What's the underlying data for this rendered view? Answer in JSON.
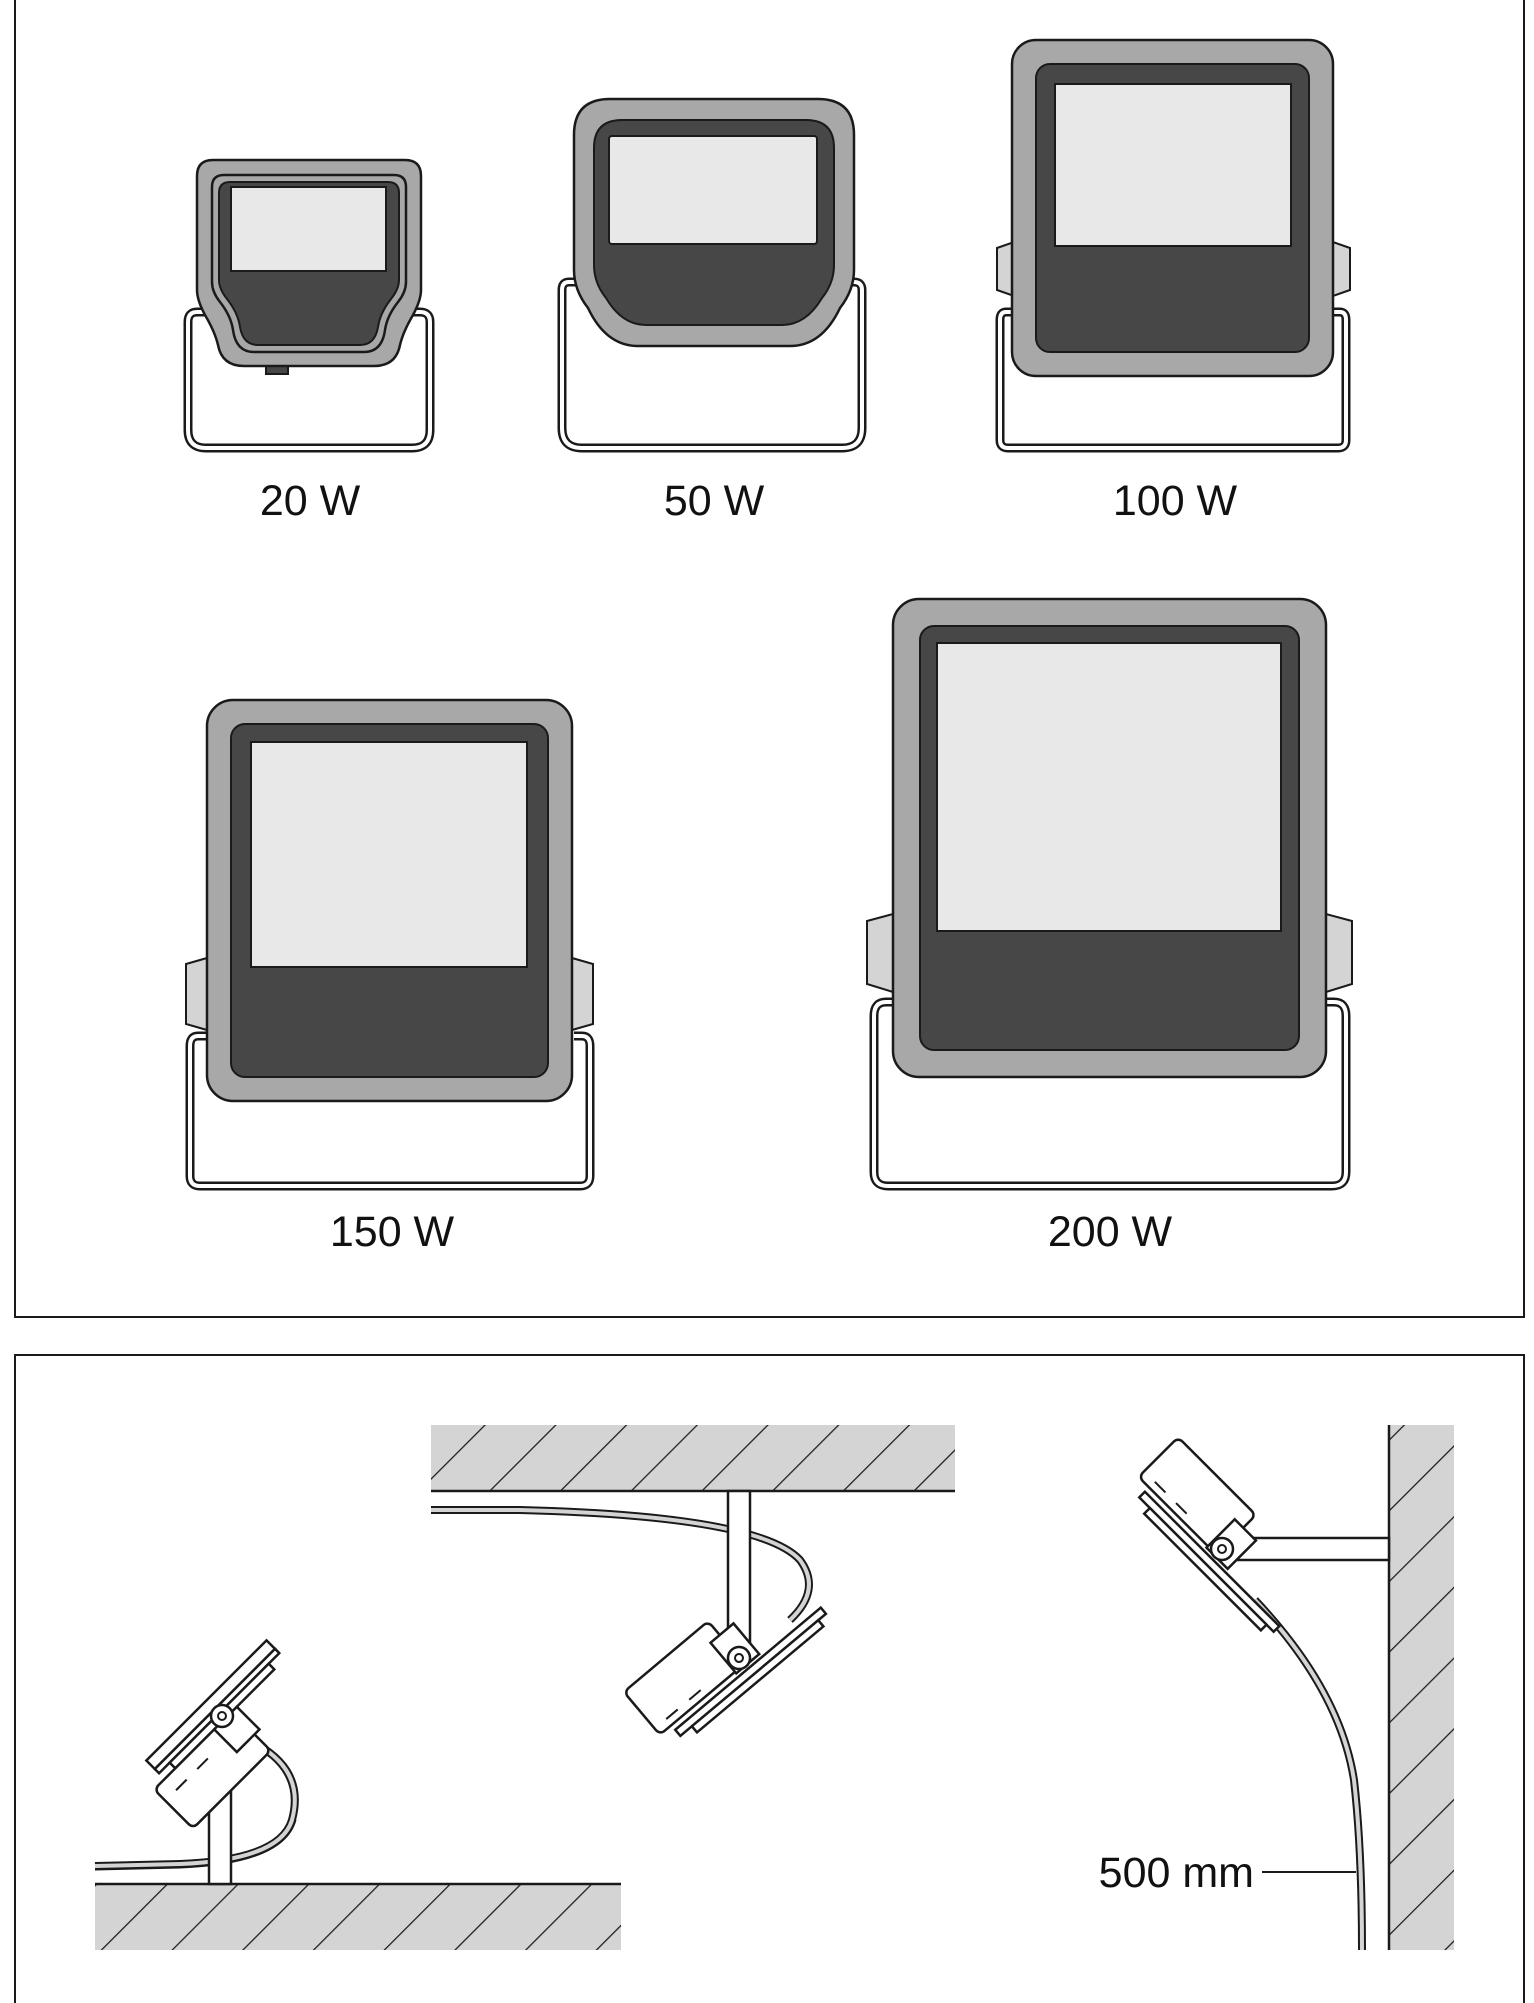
{
  "models": [
    {
      "id": "20w",
      "label": "20 W"
    },
    {
      "id": "50w",
      "label": "50 W"
    },
    {
      "id": "100w",
      "label": "100 W"
    },
    {
      "id": "150w",
      "label": "150 W"
    },
    {
      "id": "200w",
      "label": "200 W"
    }
  ],
  "mounting": {
    "cable_length_label": "500 mm"
  },
  "colors": {
    "frame": "#a8a8a8",
    "body_dark": "#474747",
    "lens": "#e8e8e8",
    "hatch_fill": "#d4d4d4",
    "outline": "#1a1a1a"
  }
}
